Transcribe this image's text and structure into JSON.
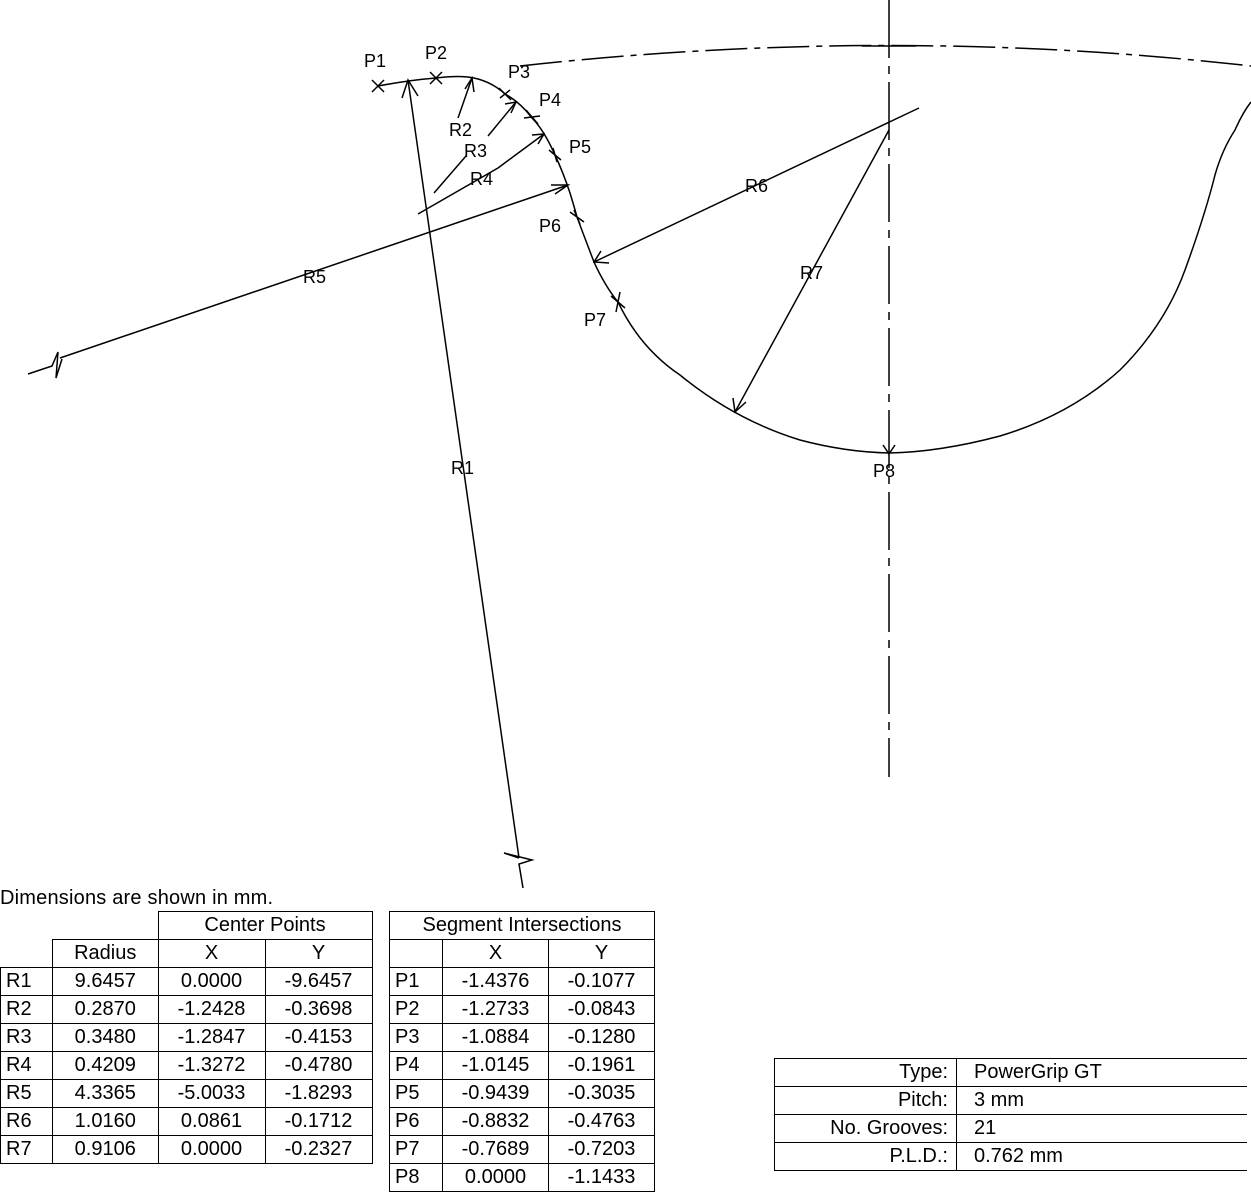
{
  "note": "Dimensions are shown in mm.",
  "diagram_labels": {
    "P1": "P1",
    "P2": "P2",
    "P3": "P3",
    "P4": "P4",
    "P5": "P5",
    "P6": "P6",
    "P7": "P7",
    "P8": "P8",
    "R1": "R1",
    "R2": "R2",
    "R3": "R3",
    "R4": "R4",
    "R5": "R5",
    "R6": "R6",
    "R7": "R7"
  },
  "radius_table": {
    "group_header": "Center Points",
    "col_radius": "Radius",
    "col_x": "X",
    "col_y": "Y",
    "rows": [
      {
        "id": "R1",
        "radius": "9.6457",
        "x": "0.0000",
        "y": "-9.6457"
      },
      {
        "id": "R2",
        "radius": "0.2870",
        "x": "-1.2428",
        "y": "-0.3698"
      },
      {
        "id": "R3",
        "radius": "0.3480",
        "x": "-1.2847",
        "y": "-0.4153"
      },
      {
        "id": "R4",
        "radius": "0.4209",
        "x": "-1.3272",
        "y": "-0.4780"
      },
      {
        "id": "R5",
        "radius": "4.3365",
        "x": "-5.0033",
        "y": "-1.8293"
      },
      {
        "id": "R6",
        "radius": "1.0160",
        "x": "0.0861",
        "y": "-0.1712"
      },
      {
        "id": "R7",
        "radius": "0.9106",
        "x": "0.0000",
        "y": "-0.2327"
      }
    ]
  },
  "intersection_table": {
    "group_header": "Segment Intersections",
    "col_x": "X",
    "col_y": "Y",
    "rows": [
      {
        "id": "P1",
        "x": "-1.4376",
        "y": "-0.1077"
      },
      {
        "id": "P2",
        "x": "-1.2733",
        "y": "-0.0843"
      },
      {
        "id": "P3",
        "x": "-1.0884",
        "y": "-0.1280"
      },
      {
        "id": "P4",
        "x": "-1.0145",
        "y": "-0.1961"
      },
      {
        "id": "P5",
        "x": "-0.9439",
        "y": "-0.3035"
      },
      {
        "id": "P6",
        "x": "-0.8832",
        "y": "-0.4763"
      },
      {
        "id": "P7",
        "x": "-0.7689",
        "y": "-0.7203"
      },
      {
        "id": "P8",
        "x": "0.0000",
        "y": "-1.1433"
      }
    ]
  },
  "info": {
    "type_label": "Type:",
    "type_value": "PowerGrip GT",
    "pitch_label": "Pitch:",
    "pitch_value": "3 mm",
    "grooves_label": "No. Grooves:",
    "grooves_value": "21",
    "pld_label": "P.L.D.:",
    "pld_value": "0.762 mm"
  }
}
